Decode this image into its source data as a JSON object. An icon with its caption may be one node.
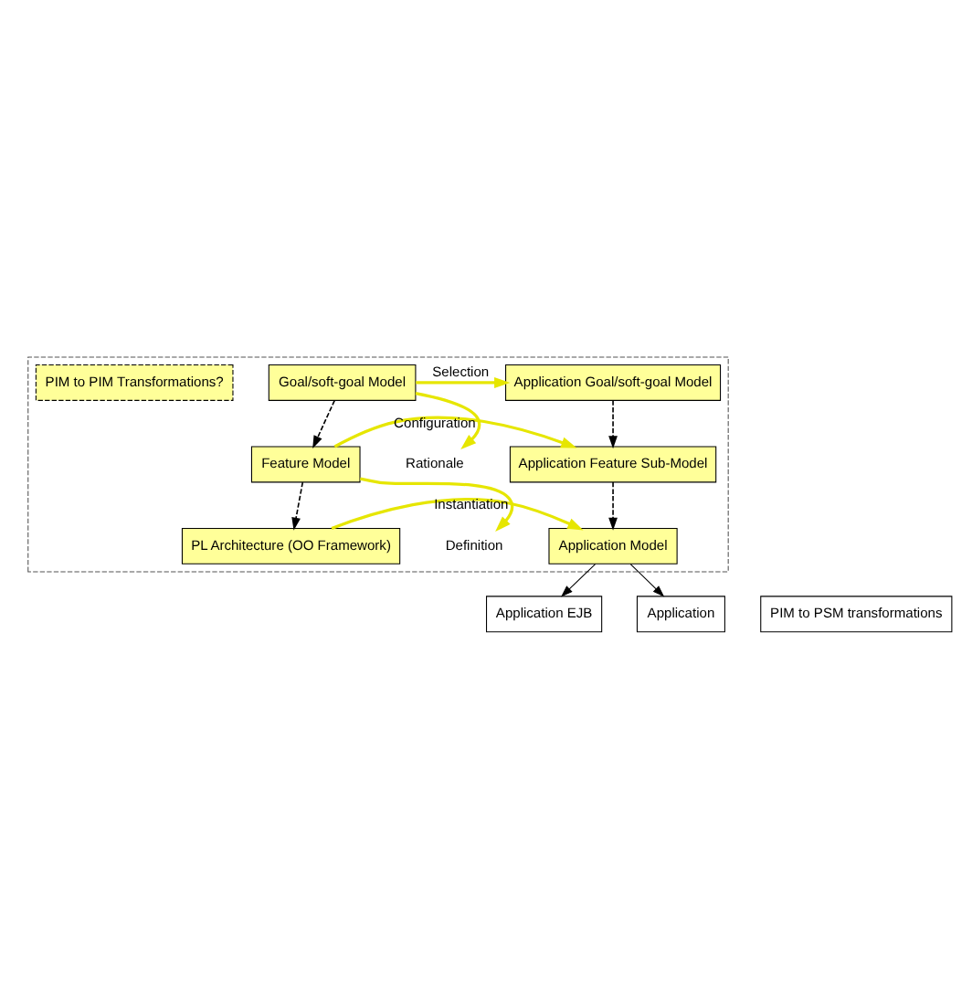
{
  "diagram": {
    "nodes": [
      {
        "text": [],
        "shape": "box"
      },
      {
        "text": [
          "Goal/soft-goal Model"
        ],
        "in": 0
      },
      {
        "text": [
          "Application Goal/soft-goal Model"
        ],
        "in": 0
      },
      {
        "text": [
          "Feature Model"
        ],
        "in": 0
      },
      {
        "text": [
          "Rationale"
        ],
        "in": 0
      },
      {
        "text": [
          "Application Feature Sub-Model"
        ],
        "in": 0
      },
      {
        "text": [
          "PL Architecture (OO Framework)"
        ],
        "in": 0
      },
      {
        "text": [
          "Definition"
        ],
        "in": 0
      },
      {
        "text": [
          "Application Model"
        ],
        "in": 0
      },
      {
        "text": [
          "PIM to PIM Transformations?"
        ],
        "in": 0
      },
      {
        "text": [
          "PIM to PSM transformations"
        ]
      },
      {
        "text": [
          "Application EJB"
        ]
      },
      {
        "text": [
          "Application"
        ]
      }
    ],
    "edges": [
      {
        "from": 1,
        "to": 2,
        "arrow": "to",
        "label": "Selection",
        "color": "#e6e600"
      },
      {
        "from": 1,
        "to": 4,
        "arrow": "to",
        "color": "#e6e600"
      },
      {
        "from": 1,
        "to": 3,
        "arrow": "to",
        "style": "dashed"
      },
      {
        "from": 2,
        "to": 5,
        "arrow": "to",
        "style": "dashed"
      },
      {
        "from": 3,
        "to": 5,
        "arrow": "to",
        "label": "Configuration",
        "color": "#e6e600"
      },
      {
        "from": 3,
        "to": 7,
        "arrow": "to",
        "color": "#e6e600"
      },
      {
        "from": 3,
        "to": 6,
        "arrow": "to",
        "style": "dashed"
      },
      {
        "from": 5,
        "to": 8,
        "arrow": "to",
        "style": "dashed"
      },
      {
        "from": 6,
        "to": 8,
        "arrow": "to",
        "label": "Instantiation",
        "color": "#e6e600"
      },
      {
        "from": 8,
        "to": 11,
        "arrow": "to"
      },
      {
        "from": 8,
        "to": 12,
        "arrow": "to"
      }
    ]
  }
}
